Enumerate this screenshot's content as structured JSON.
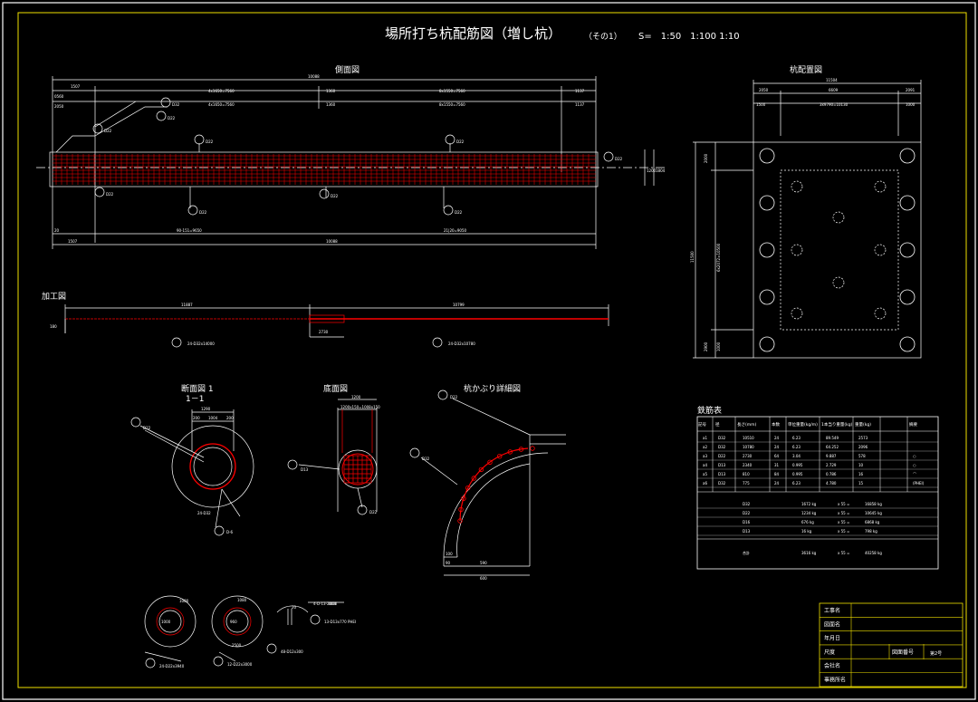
{
  "header": {
    "title": "場所打ち杭配筋図（増し杭）",
    "sheet": "（その1）",
    "scale": "S=　1:50　1:100 1:10"
  },
  "side_view": {
    "title": "側面図",
    "top_dims": [
      "1507",
      "10088",
      "0560",
      "4x1650=7560",
      "1360",
      "8x1550=7560",
      "1137",
      "2050",
      "4x1650=7560",
      "1360",
      "8x1550=7560",
      "1137"
    ],
    "bottom_dims": [
      "1507",
      "10088",
      "20",
      "90-151=9650",
      "21|20=9050"
    ],
    "left_dims": [
      "1200",
      "1804"
    ],
    "bar_tags": [
      "D32",
      "D22",
      "D22",
      "D22",
      "D22",
      "D22",
      "D22",
      "D22",
      "D22",
      "D22"
    ]
  },
  "plan_view": {
    "title": "杭配置図",
    "top_dims": [
      "11504",
      "2050",
      "6609",
      "2091",
      "1500",
      "3x9790=10130",
      "1000"
    ],
    "left_dims": [
      "2000",
      "11500",
      "6x2072=10500",
      "2900",
      "1000"
    ]
  },
  "process_view": {
    "title": "加工図",
    "dims": [
      "11887",
      "10799",
      "2730",
      "180"
    ],
    "tags": [
      "24-D32x14000",
      "24-D32x10780"
    ]
  },
  "section_view": {
    "title": "断面図 1",
    "subtitle": "1－1",
    "dims": [
      "1290",
      "200",
      "1004",
      "200"
    ],
    "tags": [
      "D22",
      "24-D32",
      "D-6"
    ]
  },
  "bottom_view": {
    "title": "底面図",
    "dims": [
      "1200",
      "1200x150=1008x150"
    ],
    "tags": [
      "D13",
      "D22"
    ]
  },
  "crown_detail": {
    "title": "杭かぶり詳細図",
    "dims": [
      "100",
      "590",
      "90",
      "600"
    ],
    "tags": [
      "D22",
      "D32"
    ]
  },
  "small_details": {
    "labels": [
      "1080",
      "1000",
      "1080",
      "960",
      "2500",
      "20",
      "1000"
    ],
    "tags": [
      "24-D22x3940",
      "12-D22x3000",
      "48-D12x300",
      "4-D-13-2000",
      "13-D13x770 PHEI"
    ]
  },
  "bar_schedule": {
    "title": "鉄筋表",
    "headers": [
      "記号",
      "径",
      "長さ(mm)",
      "本数",
      "単位重量(kg/m)",
      "1本当り重量(kg)",
      "重量(kg)",
      "摘要"
    ],
    "rows": [
      [
        "a1",
        "D32",
        "10510",
        "24",
        "6.23",
        "89.549",
        "2573",
        ""
      ],
      [
        "a2",
        "D32",
        "10780",
        "24",
        "6.23",
        "64.252",
        "2096",
        ""
      ],
      [
        "a3",
        "D22",
        "2730",
        "64",
        "3.04",
        "9.887",
        "578",
        "○"
      ],
      [
        "a4",
        "D13",
        "2340",
        "31",
        "0.995",
        "2.729",
        "10",
        "○"
      ],
      [
        "a5",
        "D13",
        "810",
        "84",
        "0.995",
        "0.786",
        "16",
        "⌒"
      ],
      [
        "a6",
        "D32",
        "775",
        "24",
        "6.23",
        "4.780",
        "15",
        "(PHEI)"
      ]
    ],
    "totals": [
      [
        "D32",
        "1672 kg",
        "x 55 =",
        "16858 kg"
      ],
      [
        "D22",
        "1234 kg",
        "x 55 =",
        "10645 kg"
      ],
      [
        "D16",
        "676 kg",
        "x 55 =",
        "6868 kg"
      ],
      [
        "D13",
        "16 kg",
        "x 55 =",
        "798 kg"
      ]
    ],
    "grand_total": [
      "合計",
      "3616 kg",
      "x 55 =",
      "40258 kg"
    ]
  },
  "title_block": {
    "rows": [
      "工事名",
      "図面名",
      "年月日",
      "尺度",
      "会社名",
      "事務所名"
    ],
    "drawing_no_label": "図面番号",
    "drawing_no": "第2号",
    "border_color": "#f0e000",
    "rebar_color": "#ff0000",
    "line_color": "#ffffff"
  }
}
